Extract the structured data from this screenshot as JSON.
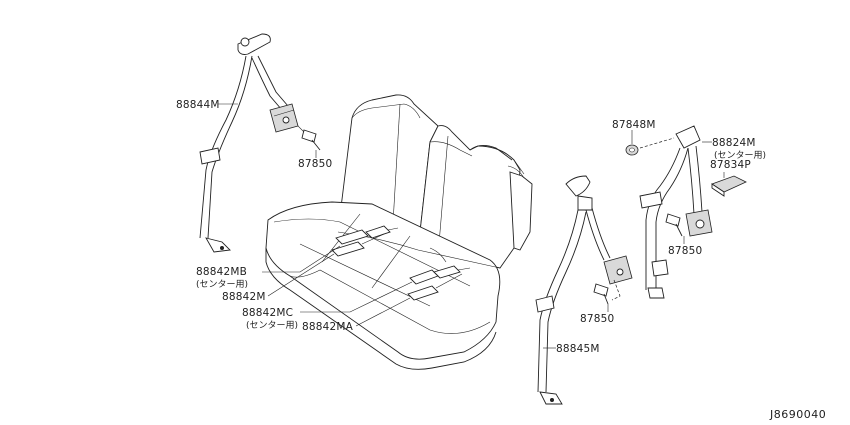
{
  "labels": {
    "l88844M": "88844M",
    "l87850_a": "87850",
    "l88842MB": "88842MB",
    "l88842MB_sub": "(センター用)",
    "l88842M": "88842M",
    "l88842MC": "88842MC",
    "l88842MC_sub": "(センター用)",
    "l88842MA": "88842MA",
    "l87850_b": "87850",
    "l88845M": "88845M",
    "l87848M": "87848M",
    "l88824M": "88824M",
    "l88824M_sub": "(センター用)",
    "l87834P": "87834P",
    "l87850_c": "87850"
  },
  "diagram_ref": "J8690040"
}
